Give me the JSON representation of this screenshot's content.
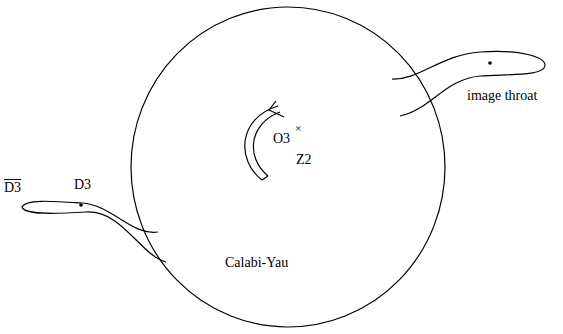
{
  "diagram": {
    "nodes": [
      {
        "text": [
          "Calabi-Yau"
        ]
      }
    ],
    "labels": [
      "D3",
      "D3",
      "O3",
      "×",
      "Z2",
      "image throat"
    ]
  }
}
